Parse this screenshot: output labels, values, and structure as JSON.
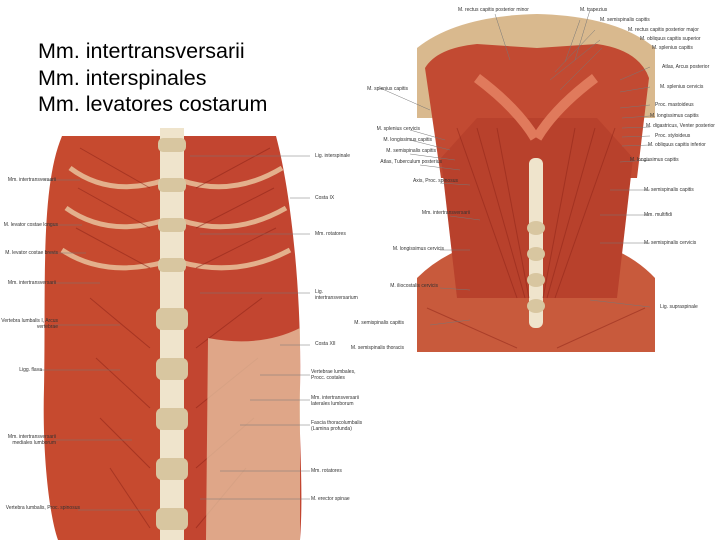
{
  "title_lines": [
    "Mm. intertransversarii",
    "Mm. interspinales",
    "Mm. levatores costarum"
  ],
  "colors": {
    "muscle": "#c0442c",
    "muscle_dark": "#8e2418",
    "muscle_light": "#e07a5c",
    "bone": "#e9dcc0",
    "tendon": "#f3ece0",
    "skin": "#d9b98e"
  },
  "left_figure": {
    "labels_left": [
      "Mm. intertransversarii",
      "M. levator costae longus",
      "M. levator costae brevis",
      "Mm. intertransversarii",
      "Vertebra lumbalis I, Arcus vertebrae",
      "Ligg. flava",
      "Mm. intertransversarii mediales lumborum",
      "Vertebra lumbalis, Proc. spinosus"
    ],
    "labels_right": [
      "Lig. interspinale",
      "Costa IX",
      "Mm. rotatores",
      "Lig. intertransversarium",
      "Costa XII",
      "Vertebrae lumbales, Procc. costales",
      "Mm. intertransversarii laterales lumborum",
      "Fascia thoracolumbalis (Lamina profunda)",
      "Mm. rotatores",
      "M. erector spinae"
    ]
  },
  "right_figure": {
    "labels_top": [
      "M. rectus capitis posterior minor",
      "M. trapezius",
      "M. semispinalis capitis",
      "M. rectus capitis posterior major",
      "M. obliquus capitis superior",
      "M. splenius capitis"
    ],
    "labels_left": [
      "M. splenius capitis",
      "M. splenius cervicis",
      "M. longissimus capitis",
      "M. semispinalis capitis",
      "Atlas, Tuberculum posterius",
      "Axis, Proc. spinosus",
      "Mm. intertransversarii",
      "M. longissimus cervicis",
      "M. iliocostalis cervicis",
      "M. semispinalis capitis",
      "M. semispinalis thoracis"
    ],
    "labels_right": [
      "Atlas, Arcus posterior",
      "M. splenius cervicis",
      "Proc. mastoideus",
      "M. longissimus capitis",
      "M. digastricus, Venter posterior",
      "Proc. styloideus",
      "M. obliquus capitis inferior",
      "M. longissimus capitis",
      "M. semispinalis capitis",
      "Mm. multifidi",
      "M. semispinalis cervicis",
      "Lig. supraspinale"
    ]
  }
}
